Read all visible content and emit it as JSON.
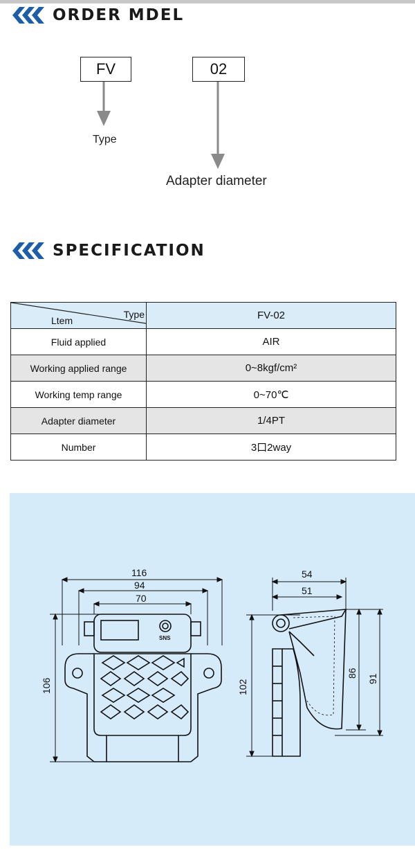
{
  "order_section": {
    "title": "ORDER MDEL",
    "box_type": "FV",
    "box_diameter": "02",
    "label_type": "Type",
    "label_diameter": "Adapter diameter"
  },
  "spec_section": {
    "title": "SPECIFICATION",
    "header": {
      "type_label": "Type",
      "item_label": "Ltem",
      "model": "FV-02"
    },
    "rows": [
      {
        "item": "Fluid applied",
        "value": "AIR"
      },
      {
        "item": "Working applied  range",
        "value": "0~8kgf/cm²"
      },
      {
        "item": "Working temp range",
        "value": "0~70℃"
      },
      {
        "item": "Adapter diameter",
        "value": "1/4PT"
      },
      {
        "item": "Number",
        "value": "3口2way"
      }
    ]
  },
  "drawing": {
    "front_dims": {
      "d116": "116",
      "d94": "94",
      "d70": "70",
      "d106": "106"
    },
    "side_dims": {
      "d54": "54",
      "d51": "51",
      "d102": "102",
      "d86": "86",
      "d91": "91"
    },
    "brand": "SNS"
  },
  "colors": {
    "accent": "#1c5ea8",
    "diagram_bg": "#d6ebfa",
    "header_bg": "#d9ecf8",
    "row_shade": "#e5e5e5"
  }
}
